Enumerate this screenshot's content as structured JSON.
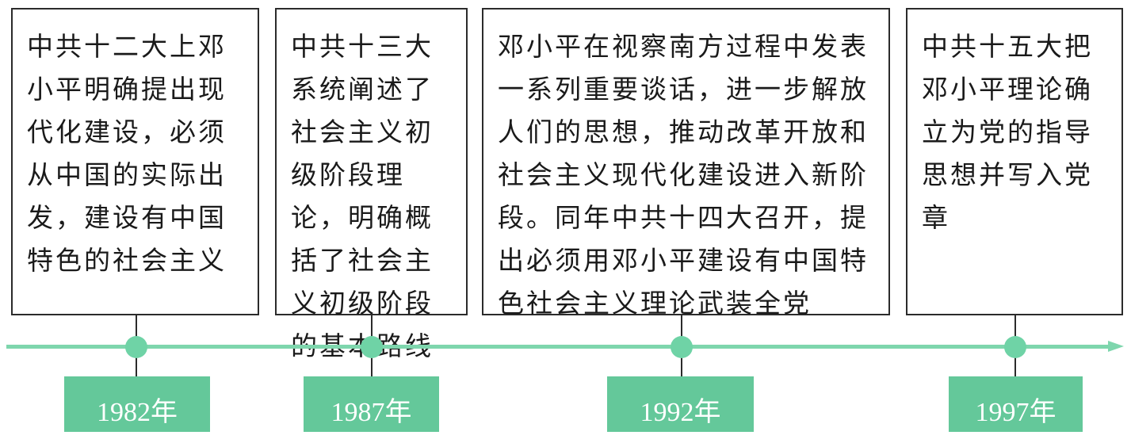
{
  "timeline": {
    "events": [
      {
        "year": "1982年",
        "text": "中共十二大上邓小平明确提出现代化建设，必须从中国的实际出发，建设有中国特色的社会主义"
      },
      {
        "year": "1987年",
        "text": "中共十三大系统阐述了社会主义初级阶段理论，明确概括了社会主义初级阶段的基本路线"
      },
      {
        "year": "1992年",
        "text": "邓小平在视察南方过程中发表一系列重要谈话，进一步解放人们的思想，推动改革开放和社会主义现代化建设进入新阶段。同年中共十四大召开，提出必须用邓小平建设有中国特色社会主义理论武装全党"
      },
      {
        "year": "1997年",
        "text": "中共十五大把邓小平理论确立为党的指导思想并写入党章"
      }
    ],
    "colors": {
      "axis": "#7ed6ad",
      "dot": "#6fd3a6",
      "year_box": "#64c89a",
      "year_text": "#ffffff",
      "box_border": "#2b2b2b"
    }
  }
}
